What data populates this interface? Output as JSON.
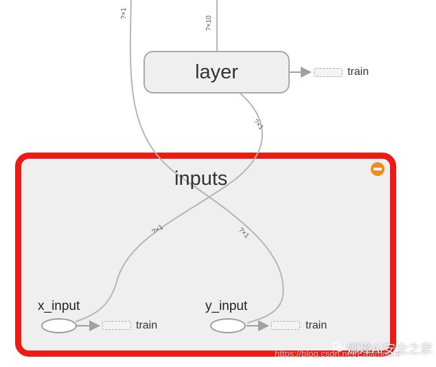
{
  "nodes": {
    "layer": {
      "label": "layer"
    },
    "group": {
      "title": "inputs"
    },
    "x_input": {
      "label": "x_input"
    },
    "y_input": {
      "label": "y_input"
    }
  },
  "refs": {
    "layer_train": "train",
    "x_train": "train",
    "y_train": "train"
  },
  "edge_labels": {
    "top_left": "?×1",
    "top_right": "?×10",
    "layer_out": "?×1",
    "x_edge": "?×1",
    "y_edge": "?×1"
  },
  "watermark": {
    "url": "https://blog.csdn.net/Eastmount",
    "brand": "娜璋AI安全之家"
  },
  "colors": {
    "group_border": "#f01a12",
    "collapse_button": "#f08c1c",
    "node_fill": "#efefef",
    "edge": "#b5b5b5"
  },
  "icons": {
    "collapse": "minus-circle-icon",
    "watermark": "wechat-icon"
  }
}
